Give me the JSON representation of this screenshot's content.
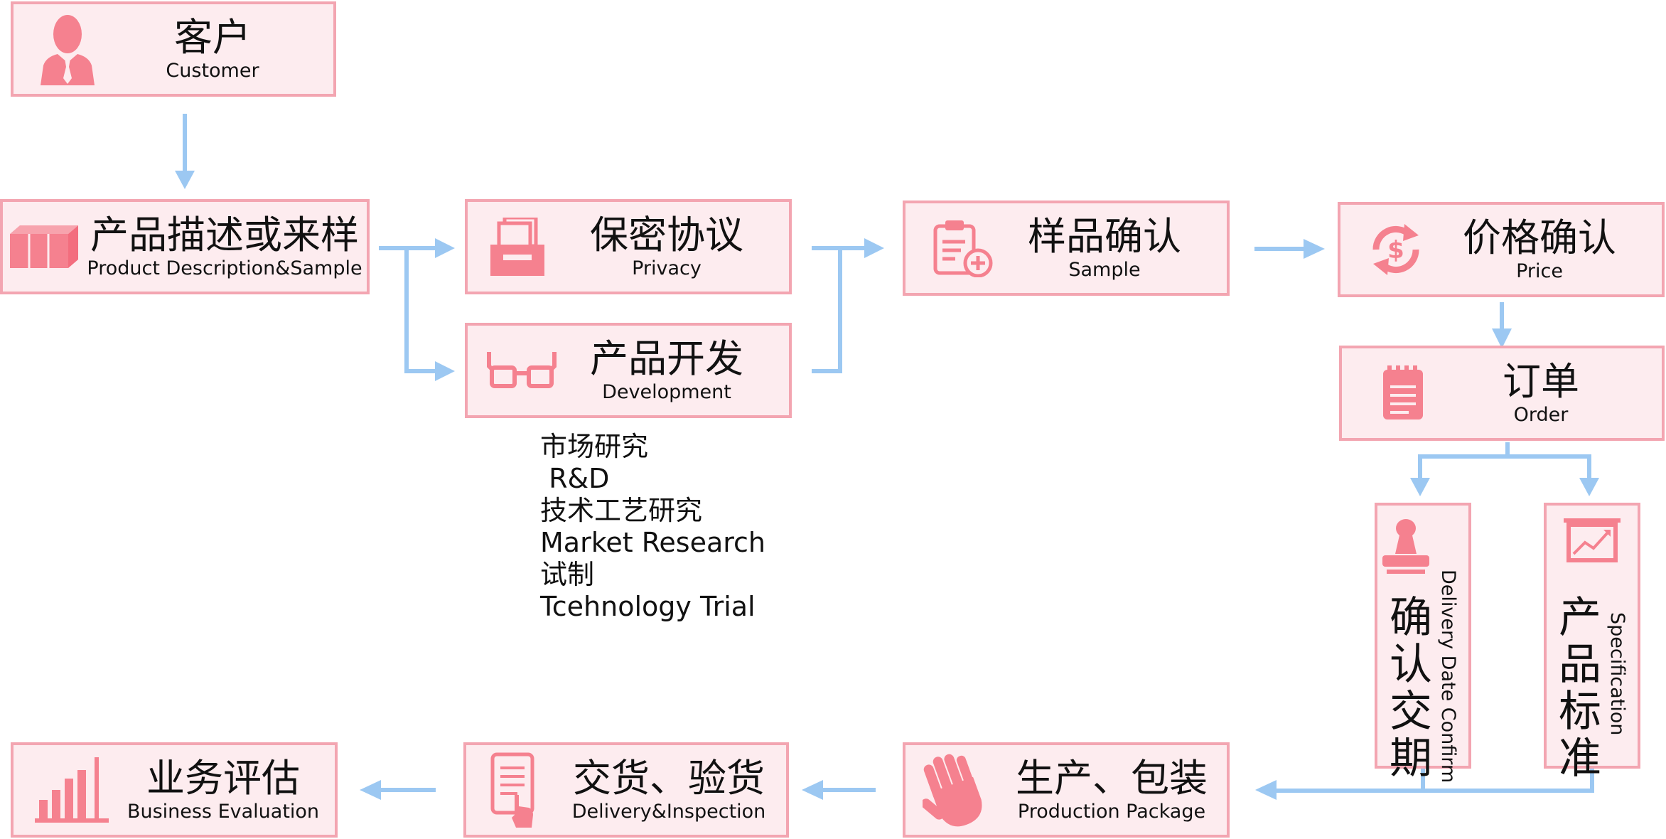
{
  "colors": {
    "box_fill": "#fdecef",
    "box_border": "#f3a5b1",
    "icon": "#f5818f",
    "arrow": "#9cc8f2"
  },
  "nodes": {
    "customer": {
      "zh": "客户",
      "en": "Customer",
      "icon": "person-icon"
    },
    "product_desc": {
      "zh": "产品描述或来样",
      "en": "Product Description&Sample",
      "icon": "box-icon"
    },
    "privacy": {
      "zh": "保密协议",
      "en": "Privacy",
      "icon": "printer-icon"
    },
    "development": {
      "zh": "产品开发",
      "en": "Development",
      "icon": "glasses-icon"
    },
    "sample": {
      "zh": "样品确认",
      "en": "Sample",
      "icon": "clipboard-icon"
    },
    "price": {
      "zh": "价格确认",
      "en": "Price",
      "icon": "refresh-dollar-icon"
    },
    "order": {
      "zh": "订单",
      "en": "Order",
      "icon": "notepad-icon"
    },
    "delivery_date": {
      "zh": "确认交期",
      "en": "Delivery Date Confirm",
      "icon": "stamp-icon"
    },
    "specification": {
      "zh": "产品标准",
      "en": "Specification",
      "icon": "chart-board-icon"
    },
    "production": {
      "zh": "生产、包装",
      "en": "Production Package",
      "icon": "glove-icon"
    },
    "delivery": {
      "zh": "交货、验货",
      "en": "Delivery&Inspection",
      "icon": "document-hand-icon"
    },
    "evaluation": {
      "zh": "业务评估",
      "en": "Business Evaluation",
      "icon": "bar-chart-icon"
    }
  },
  "development_notes": [
    "市场研究",
    " R&D",
    "技术工艺研究",
    "Market Research",
    "试制",
    "Tcehnology Trial"
  ]
}
